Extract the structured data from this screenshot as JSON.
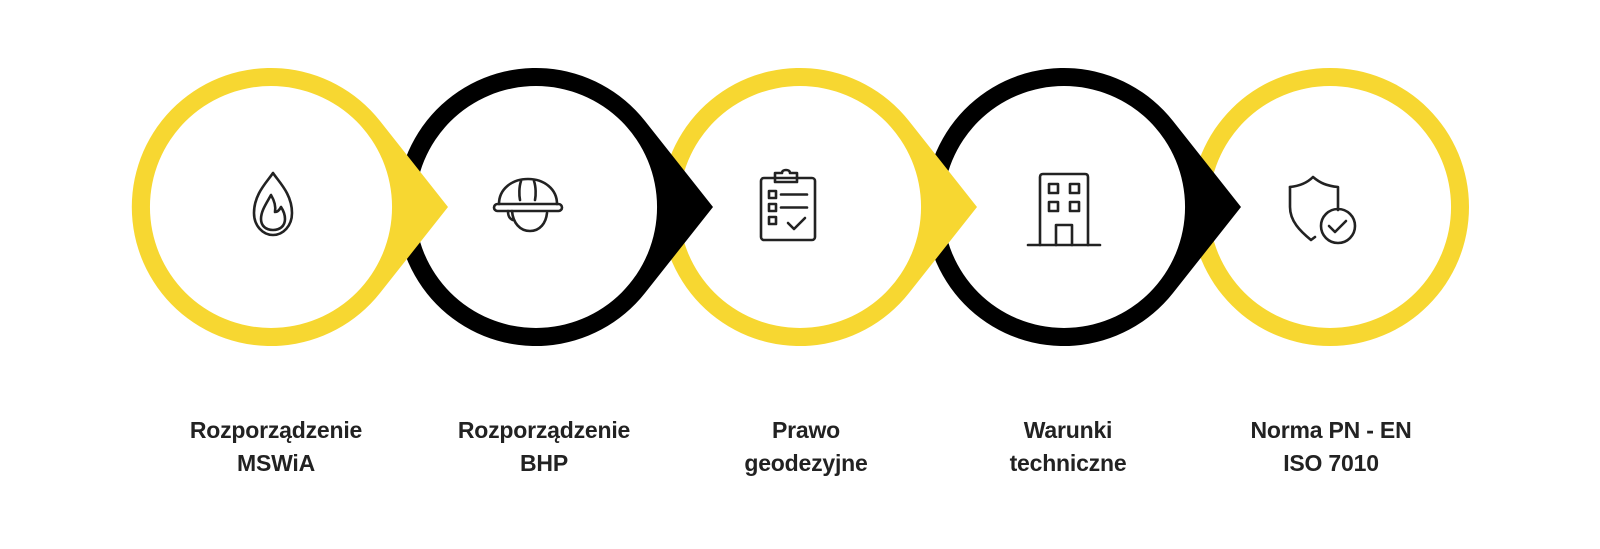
{
  "colors": {
    "yellow": "#F7D731",
    "black": "#000000",
    "icon_stroke": "#222222",
    "label_text": "#222222",
    "background": "#FFFFFF"
  },
  "steps": [
    {
      "icon": "flame-icon",
      "ring_color": "yellow",
      "line1": "Rozporządzenie",
      "line2": "MSWiA"
    },
    {
      "icon": "hard-hat-worker-icon",
      "ring_color": "black",
      "line1": "Rozporządzenie",
      "line2": "BHP"
    },
    {
      "icon": "clipboard-checklist-icon",
      "ring_color": "yellow",
      "line1": "Prawo",
      "line2": "geodezyjne"
    },
    {
      "icon": "building-icon",
      "ring_color": "black",
      "line1": "Warunki",
      "line2": "techniczne"
    },
    {
      "icon": "shield-check-icon",
      "ring_color": "yellow",
      "line1": "Norma PN - EN",
      "line2": "ISO 7010"
    }
  ]
}
